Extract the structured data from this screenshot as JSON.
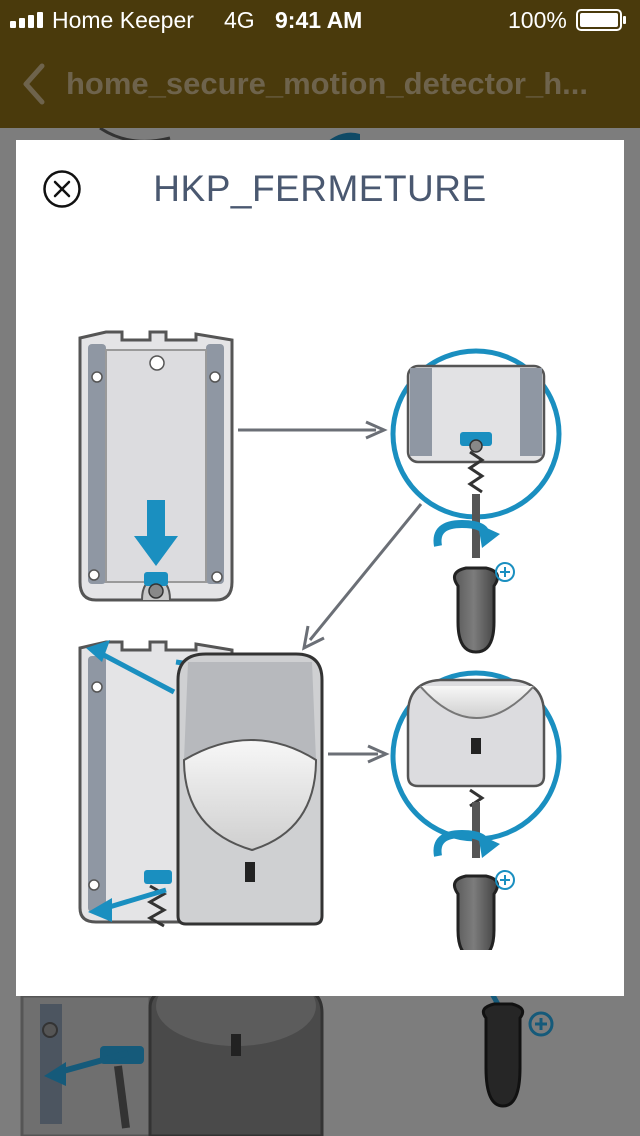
{
  "status_bar": {
    "carrier": "Home Keeper",
    "network": "4G",
    "time": "9:41 AM",
    "battery": "100%"
  },
  "nav_bar": {
    "back_icon": "chevron-left-icon",
    "title": "home_secure_motion_detector_h..."
  },
  "modal": {
    "close_icon": "close-circle-icon",
    "title": "HKP_FERMETURE"
  },
  "colors": {
    "nav_background": "#4a3a0c",
    "overlay": "#7d7d7d",
    "accent_blue": "#1a8fc0",
    "title_text": "#4a5870"
  }
}
